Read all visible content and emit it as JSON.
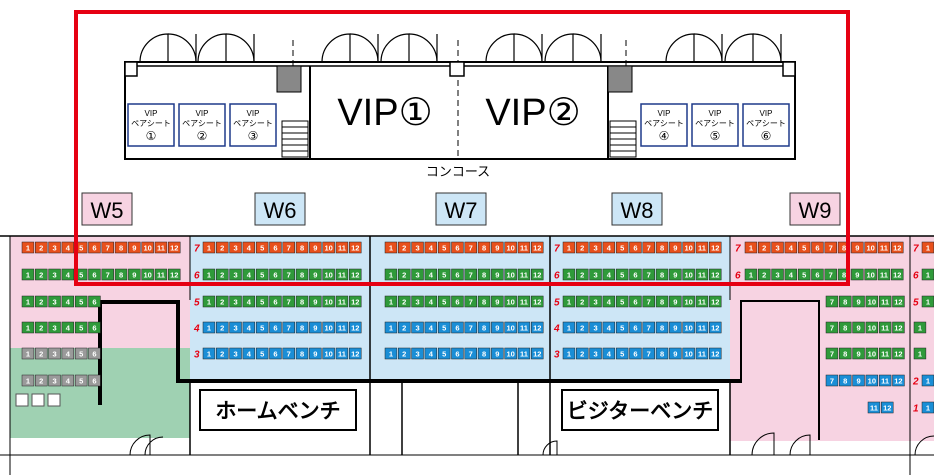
{
  "concourse": "コンコース",
  "vip_rooms": [
    {
      "id": "vip1",
      "label": "VIP①"
    },
    {
      "id": "vip2",
      "label": "VIP②"
    }
  ],
  "pair_seats": [
    {
      "id": "pair1",
      "line1": "VIP",
      "line2": "ペアシート",
      "line3": "①"
    },
    {
      "id": "pair2",
      "line1": "VIP",
      "line2": "ペアシート",
      "line3": "②"
    },
    {
      "id": "pair3",
      "line1": "VIP",
      "line2": "ペアシート",
      "line3": "③"
    },
    {
      "id": "pair4",
      "line1": "VIP",
      "line2": "ペアシート",
      "line3": "④"
    },
    {
      "id": "pair5",
      "line1": "VIP",
      "line2": "ペアシート",
      "line3": "⑤"
    },
    {
      "id": "pair6",
      "line1": "VIP",
      "line2": "ペアシート",
      "line3": "⑥"
    }
  ],
  "sections": [
    {
      "id": "W5",
      "label": "W5",
      "bg": "#f7d3e2"
    },
    {
      "id": "W6",
      "label": "W6",
      "bg": "#cde6f6"
    },
    {
      "id": "W7",
      "label": "W7",
      "bg": "#cde6f6"
    },
    {
      "id": "W8",
      "label": "W8",
      "bg": "#cde6f6"
    },
    {
      "id": "W9",
      "label": "W9",
      "bg": "#f7d3e2"
    }
  ],
  "benches": {
    "home": "ホームベンチ",
    "visitor": "ビジターベンチ"
  },
  "row_labels": [
    "7",
    "6",
    "5",
    "4",
    "3",
    "2",
    "1"
  ],
  "seat_numbers": [
    "1",
    "2",
    "3",
    "4",
    "5",
    "6",
    "7",
    "8",
    "9",
    "10",
    "11",
    "12"
  ],
  "colors": {
    "highlight_frame": "#e60012",
    "seat_orange": "#e8501c",
    "seat_green": "#2f9a3a",
    "seat_blue": "#1a8ed6",
    "seat_gray": "#9a9a9a",
    "row_label": "#e60012",
    "pink_area": "#f7d3e2",
    "green_area": "#9fd1b2"
  }
}
